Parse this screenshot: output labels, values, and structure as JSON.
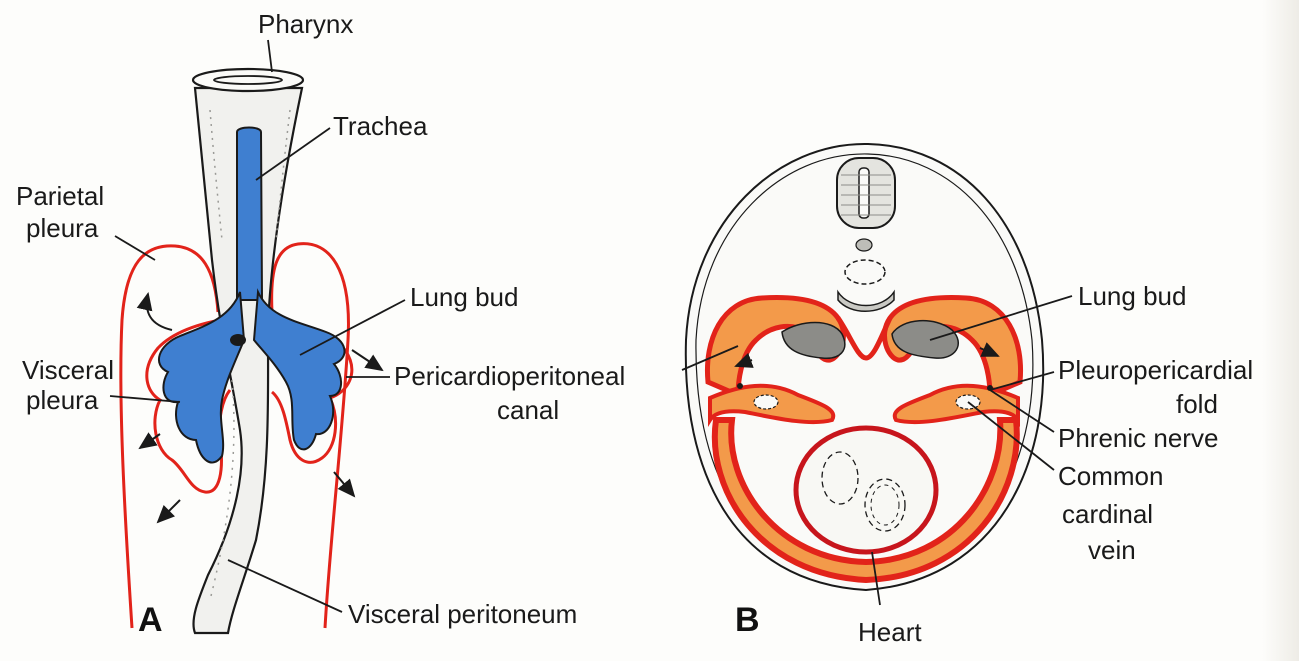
{
  "colors": {
    "airway": "#3f7fd0",
    "membrane_red": "#e2231a",
    "membrane_orange": "#f39a4a",
    "line": "#1a1a1a",
    "tissue": "#f1f1ee"
  },
  "panel_a": {
    "letter": "A",
    "labels": {
      "pharynx": "Pharynx",
      "trachea": "Trachea",
      "parietal_pleura_1": "Parietal",
      "parietal_pleura_2": "pleura",
      "lung_bud": "Lung bud",
      "visceral_pleura_1": "Visceral",
      "visceral_pleura_2": "pleura",
      "pericardioperitoneal_1": "Pericardioperitoneal",
      "pericardioperitoneal_2": "canal",
      "visceral_peritoneum": "Visceral peritoneum"
    }
  },
  "panel_b": {
    "letter": "B",
    "labels": {
      "lung_bud": "Lung bud",
      "pleuropericardial_1": "Pleuropericardial",
      "pleuropericardial_2": "fold",
      "phrenic_nerve": "Phrenic nerve",
      "common_cardinal_1": "Common",
      "common_cardinal_2": "cardinal",
      "common_cardinal_3": "vein",
      "heart": "Heart"
    }
  }
}
